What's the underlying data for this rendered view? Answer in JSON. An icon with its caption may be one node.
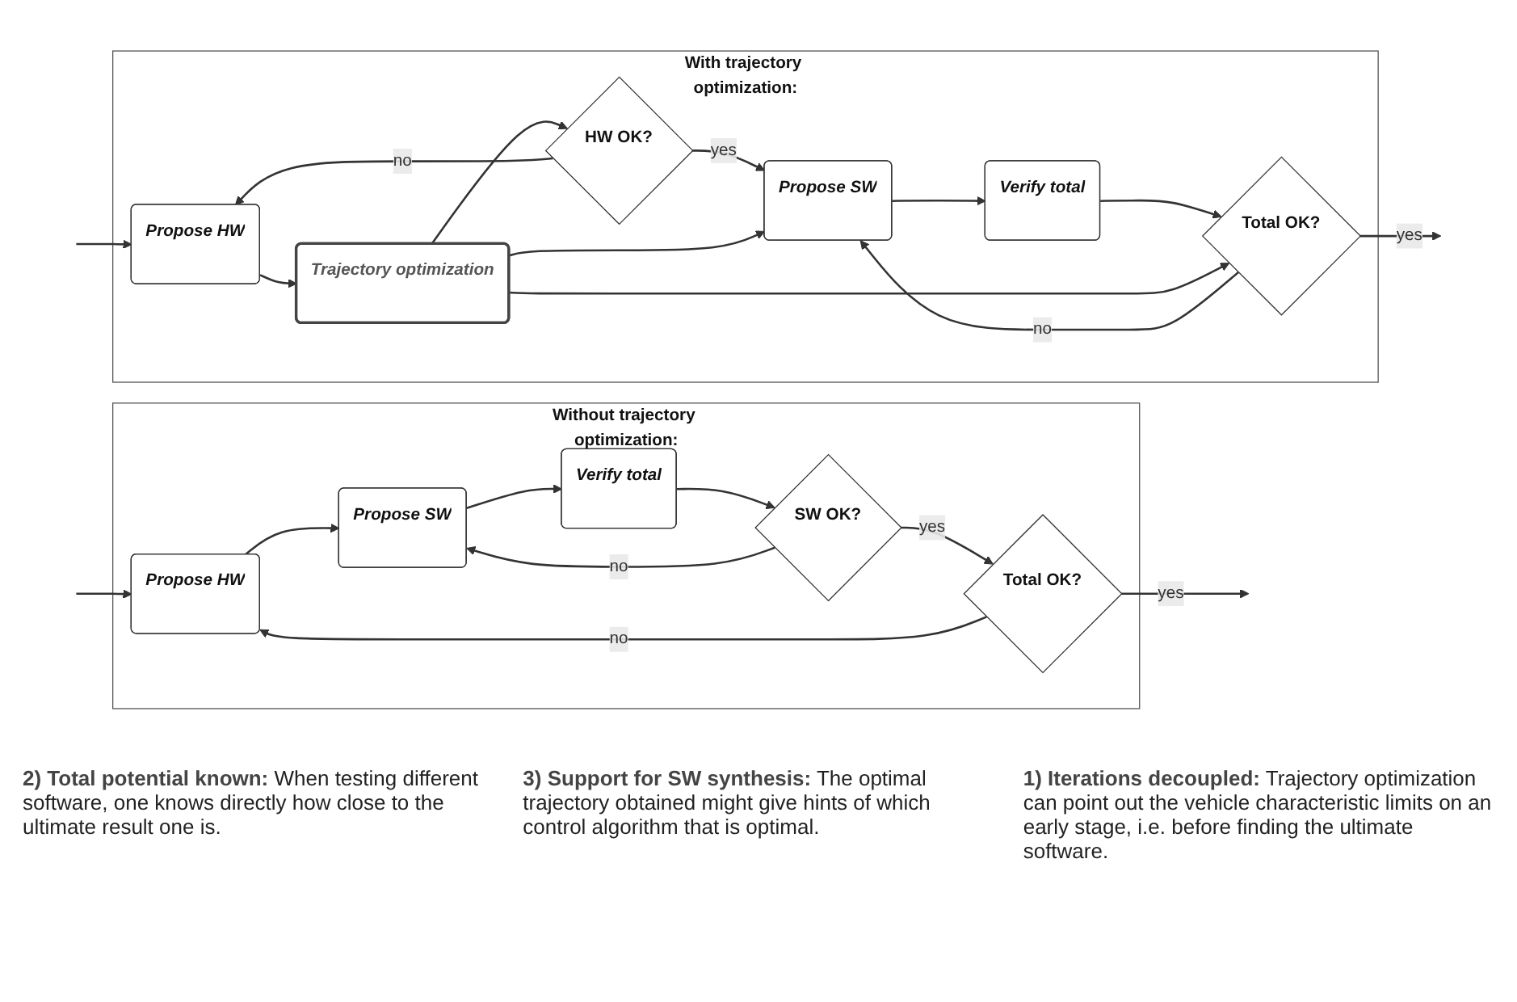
{
  "diagram": {
    "nodes": [
      {
        "text": [
          "Without trajectory optimization:"
        ]
      },
      {
        "text": [
          "Propose HW"
        ],
        "in": 0
      },
      {
        "text": [
          "Propose SW"
        ],
        "in": 0
      },
      {
        "text": [
          "Verify total"
        ],
        "in": 0
      },
      {
        "text": [
          "SW OK?"
        ],
        "in": 0
      },
      {
        "text": [
          "Total OK?"
        ],
        "in": 0
      },
      {
        "text": [
          "With trajectory optimization:"
        ]
      },
      {
        "text": [
          "Propose HW"
        ],
        "in": 6
      },
      {
        "text": [
          "Trajectory optimization"
        ],
        "in": 6
      },
      {
        "text": [
          "HW OK?"
        ],
        "in": 6
      },
      {
        "text": [
          "Propose SW"
        ],
        "in": 6
      },
      {
        "text": [
          "Verify total"
        ],
        "in": 6
      },
      {
        "text": [
          "Total OK?"
        ],
        "in": 6
      }
    ],
    "edges": [
      {
        "from": null,
        "to": 1,
        "arrow": "to"
      },
      {
        "from": 1,
        "to": 2,
        "arrow": "to"
      },
      {
        "from": 2,
        "to": 3,
        "arrow": "to"
      },
      {
        "from": 3,
        "to": 4,
        "arrow": "to"
      },
      {
        "from": 4,
        "to": 5,
        "arrow": "to",
        "label": "yes"
      },
      {
        "from": 5,
        "to": null,
        "arrow": "to",
        "label": "yes"
      },
      {
        "from": 4,
        "to": 2,
        "arrow": "to",
        "label": "no"
      },
      {
        "from": 5,
        "to": 1,
        "arrow": "to",
        "label": "no"
      },
      {
        "from": null,
        "to": 7,
        "arrow": "to"
      },
      {
        "from": 7,
        "to": 8,
        "arrow": "to"
      },
      {
        "from": 8,
        "to": 9,
        "arrow": "to"
      },
      {
        "from": 9,
        "to": 10,
        "arrow": "to",
        "label": "yes"
      },
      {
        "from": 9,
        "to": 7,
        "arrow": "to",
        "label": "no"
      },
      {
        "from": 10,
        "to": 11,
        "arrow": "to"
      },
      {
        "from": 11,
        "to": 12,
        "arrow": "to"
      },
      {
        "from": 12,
        "to": null,
        "arrow": "to",
        "label": "yes"
      },
      {
        "from": 12,
        "to": 10,
        "arrow": "to",
        "label": "no"
      },
      {
        "from": 8,
        "to": 10,
        "arrow": "to"
      },
      {
        "from": 8,
        "to": 12,
        "arrow": "to"
      }
    ],
    "labels": [
      "**2) Total potential known:** When testing different software, one knows directly how close to the ultimate result one is.",
      "**3) Support for SW synthesis:** The optimal trajectory obtained might give hints of which control algorithm that is optimal.",
      "**1) Iterations decoupled:** Trajectory optimization can point out the vehicle characteristic limits on an early stage, i.e. before finding the ultimate software."
    ]
  }
}
